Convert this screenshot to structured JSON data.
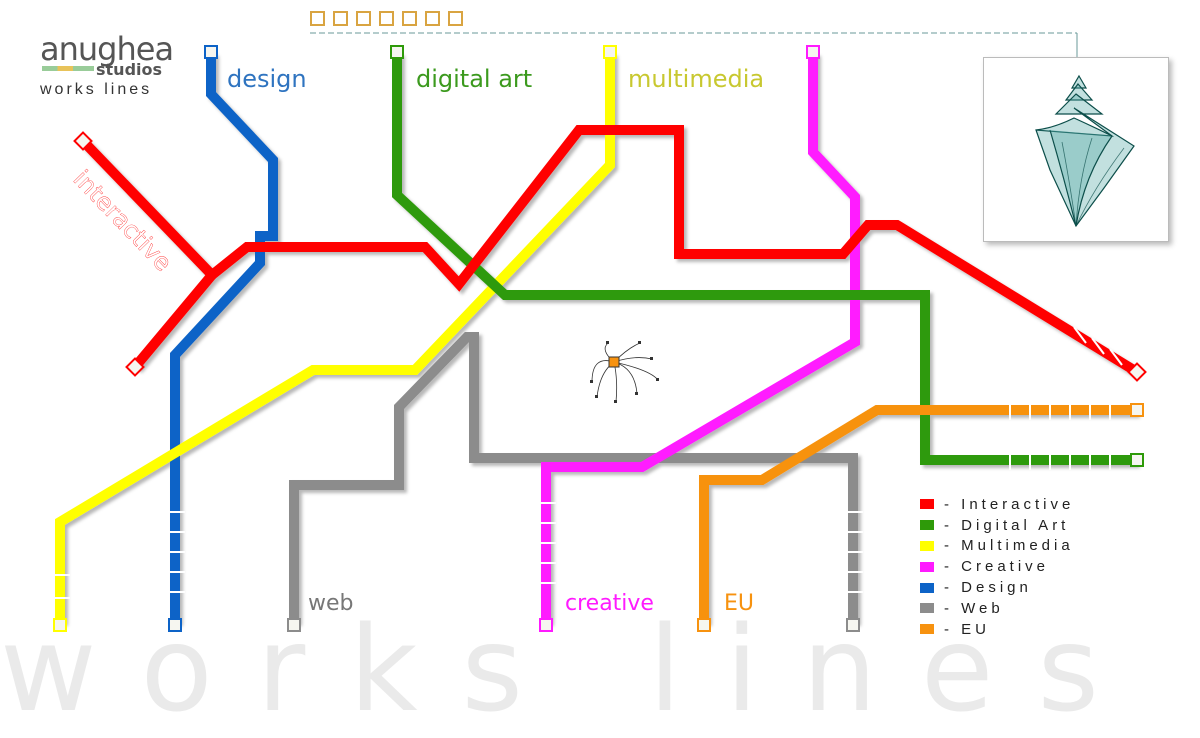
{
  "brand": {
    "logo_main": "anughea",
    "logo_studios": "studios",
    "subtitle": "works lines"
  },
  "nav": {
    "boxes": [
      "",
      "",
      "",
      "",
      "",
      "",
      "",
      ""
    ]
  },
  "background_title": "works lines",
  "lines": {
    "interactive": {
      "label": "interactive",
      "color": "#ff0000"
    },
    "design": {
      "label": "design",
      "color": "#0d63c7"
    },
    "digital_art": {
      "label": "digital art",
      "color": "#2e9a09"
    },
    "multimedia": {
      "label": "multimedia",
      "color": "#ffff00",
      "label_color": "#c8c830"
    },
    "creative": {
      "label": "creative",
      "color": "#ff1aff"
    },
    "web": {
      "label": "web",
      "color": "#8c8c8c"
    },
    "eu": {
      "label": "EU",
      "color": "#f7920f"
    }
  },
  "legend": [
    {
      "key": "interactive",
      "text": "- Interactive",
      "color": "#ff0000"
    },
    {
      "key": "digital_art",
      "text": "- Digital Art",
      "color": "#2e9a09"
    },
    {
      "key": "multimedia",
      "text": "- Multimedia",
      "color": "#ffff00"
    },
    {
      "key": "creative",
      "text": "- Creative",
      "color": "#ff1aff"
    },
    {
      "key": "design",
      "text": "- Design",
      "color": "#0d63c7"
    },
    {
      "key": "web",
      "text": "- Web",
      "color": "#8c8c8c"
    },
    {
      "key": "eu",
      "text": "- EU",
      "color": "#f7920f"
    }
  ],
  "icons": {
    "thumbnail": "seashell-artwork-icon",
    "center": "spider-icon"
  }
}
